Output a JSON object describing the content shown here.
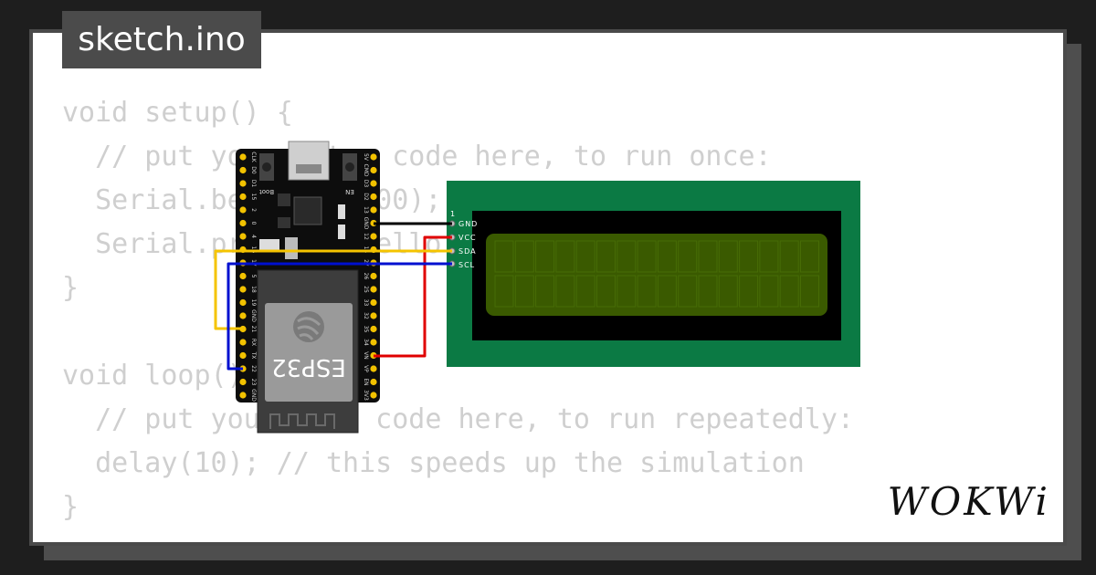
{
  "file_tab": {
    "label": "sketch.ino"
  },
  "code_lines": [
    "void setup() {",
    "  // put your setup code here, to run once:",
    "  Serial.begin(115200);",
    "  Serial.println(\"Hello, ESP32!\");",
    "}",
    "",
    "void loop() {",
    "  // put your main code here, to run repeatedly:",
    "  delay(10); // this speeds up the simulation",
    "}"
  ],
  "esp32": {
    "chip_label": "ESP32",
    "boot_label": "Boot",
    "en_label": "EN",
    "left_pins": [
      "CLK",
      "D0",
      "D1",
      "15",
      "2",
      "0",
      "4",
      "16",
      "17",
      "5",
      "18",
      "19",
      "GND",
      "21",
      "RX",
      "TX",
      "22",
      "23",
      "GND"
    ],
    "right_pins": [
      "5V",
      "CMD",
      "D3",
      "D2",
      "13",
      "GND",
      "12",
      "14",
      "27",
      "26",
      "25",
      "33",
      "32",
      "35",
      "34",
      "VN",
      "VP",
      "EN",
      "3V3"
    ]
  },
  "lcd": {
    "pin1_label": "1",
    "pins": [
      "GND",
      "VCC",
      "SDA",
      "SCL"
    ],
    "colors": {
      "pcb": "#0b7a44",
      "bezel": "#000000",
      "screen": "#3a5a00"
    }
  },
  "wires": {
    "gnd": "#000000",
    "vcc": "#e00000",
    "sda": "#f5c400",
    "scl": "#0010d0"
  },
  "brand": {
    "logo_text": "WOKWi"
  }
}
